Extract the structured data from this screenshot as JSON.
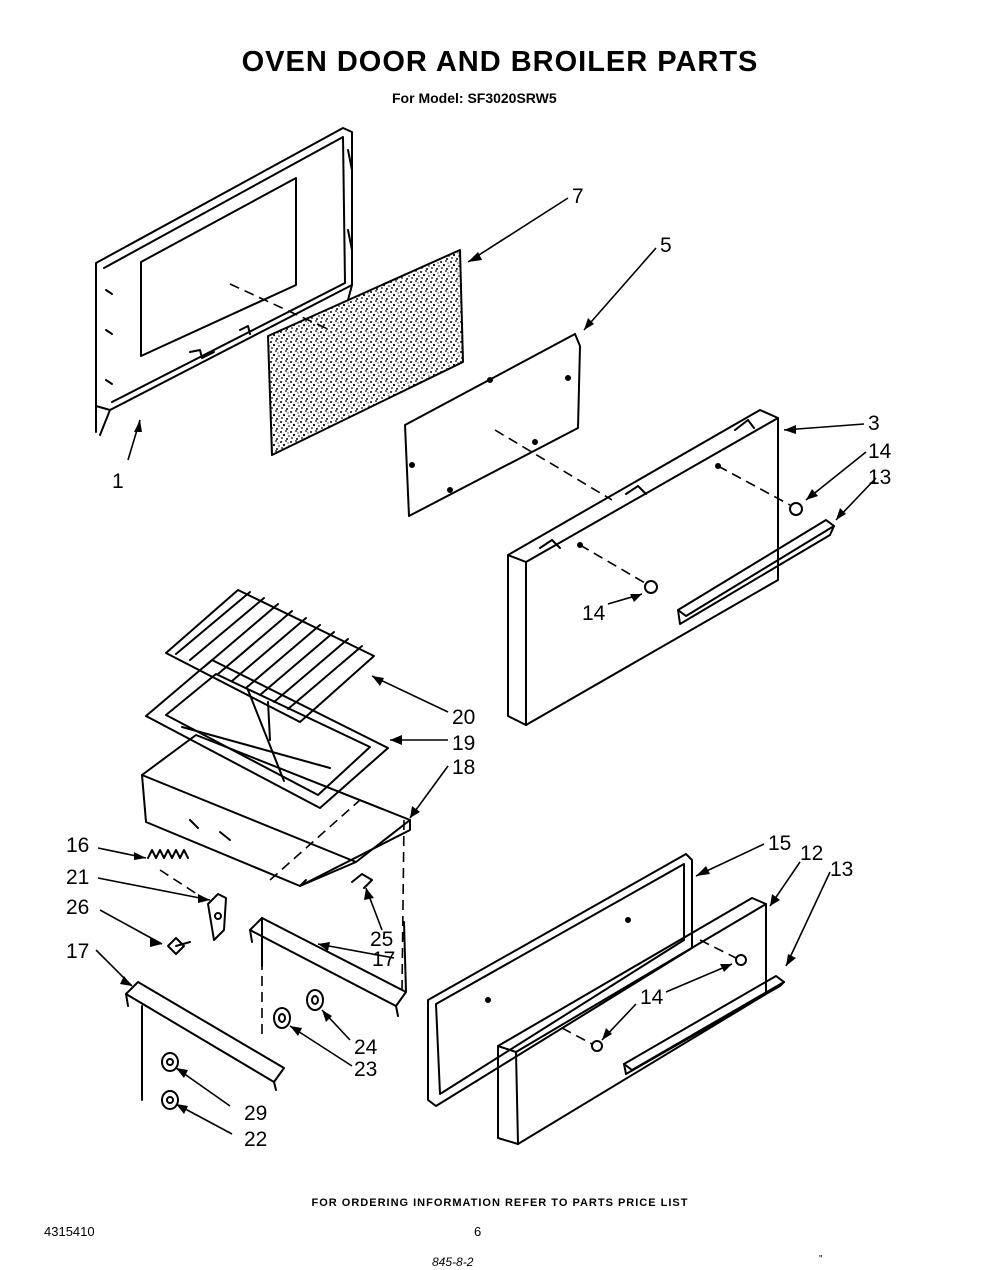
{
  "title": "OVEN DOOR AND BROILER PARTS",
  "subtitle": {
    "label": "For Model:",
    "model": "SF3020SRW5"
  },
  "callouts": {
    "c1": "1",
    "c7": "7",
    "c5": "5",
    "c3": "3",
    "c14a": "14",
    "c13a": "13",
    "c14b": "14",
    "c20": "20",
    "c19": "19",
    "c18": "18",
    "c16": "16",
    "c21": "21",
    "c26": "26",
    "c25": "25",
    "c17a": "17",
    "c17b": "17",
    "c24": "24",
    "c23": "23",
    "c29": "29",
    "c22": "22",
    "c15": "15",
    "c12": "12",
    "c13b": "13",
    "c14c": "14"
  },
  "footer": {
    "ordering_note": "FOR ORDERING INFORMATION REFER TO PARTS PRICE LIST",
    "doc_number": "4315410",
    "page_number": "6",
    "handwritten": "845-8-2",
    "tick": "\""
  }
}
